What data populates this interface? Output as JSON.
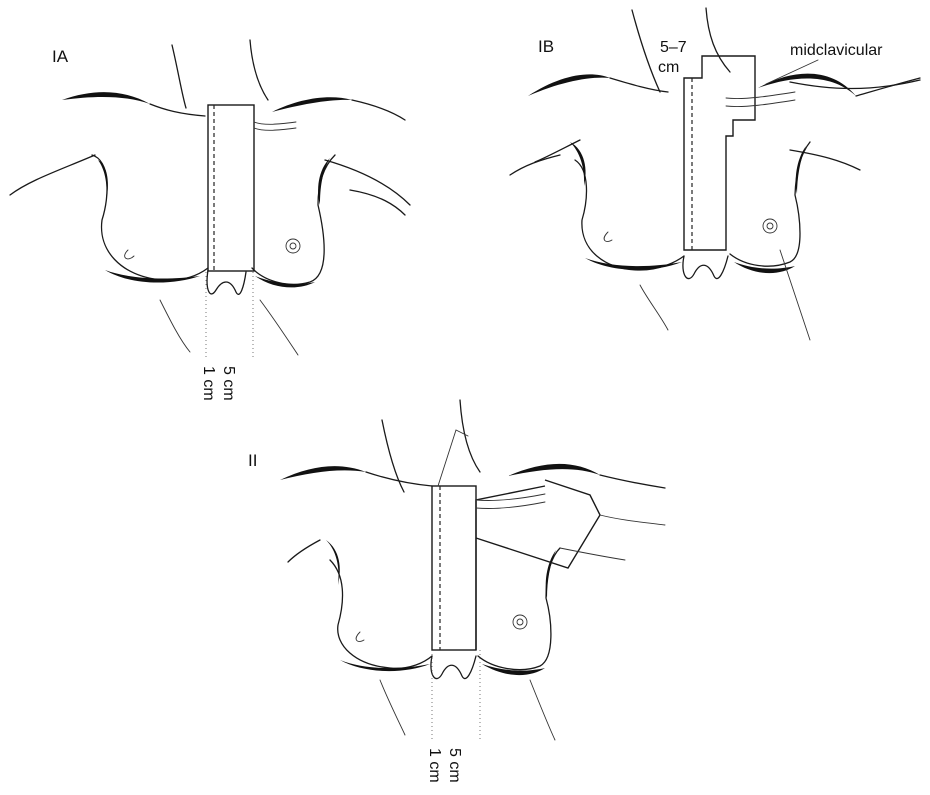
{
  "panels": [
    {
      "id": "IA",
      "label": "IA",
      "dimension_labels": [
        "5 cm",
        "1 cm"
      ]
    },
    {
      "id": "IB",
      "label": "IB",
      "annotations": [
        "5–7",
        "cm",
        "midclavicular"
      ]
    },
    {
      "id": "II",
      "label": "II",
      "dimension_labels": [
        "5 cm",
        "1 cm"
      ]
    }
  ]
}
